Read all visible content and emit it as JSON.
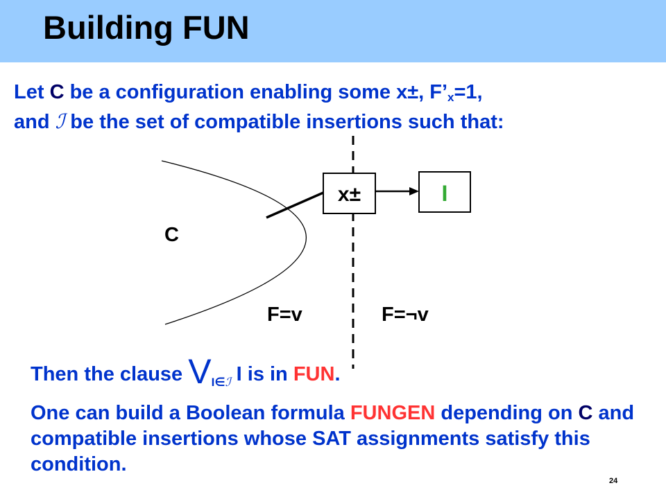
{
  "slide": {
    "title": "Building FUN",
    "number": "24"
  },
  "intro": {
    "line1": {
      "a": "Let ",
      "c": "C",
      "b": " be a configuration enabling some x",
      "pm": "±",
      "d": ", F’",
      "sub": "x",
      "e": "=1,"
    },
    "line2": {
      "a": "and ",
      "set": "ℐ",
      "b": " be the set of compatible insertions such that:"
    }
  },
  "diagram": {
    "label_c": "C",
    "box_x": "x±",
    "box_i": "I",
    "left_region": "F=v",
    "right_region": "F=¬v",
    "colors": {
      "i_green": "#33aa33",
      "line": "#000000"
    }
  },
  "clause": {
    "prefix": "Then the clause ",
    "vee": "V",
    "sub_i": "I",
    "sub_in": "∈",
    "sub_set": "ℐ",
    "var": " I",
    "middle": " is in ",
    "fun": "FUN",
    "end": "."
  },
  "paragraph": {
    "a": "One can build a Boolean formula ",
    "fungen": "FUNGEN",
    "b": " depending on ",
    "c": "C",
    "d": " and compatible insertions whose SAT assignments satisfy this condition."
  },
  "colors": {
    "title_bar": "#99ccff",
    "body_text": "#0033cc",
    "highlight": "#ff3333",
    "dark_text": "#000066"
  }
}
